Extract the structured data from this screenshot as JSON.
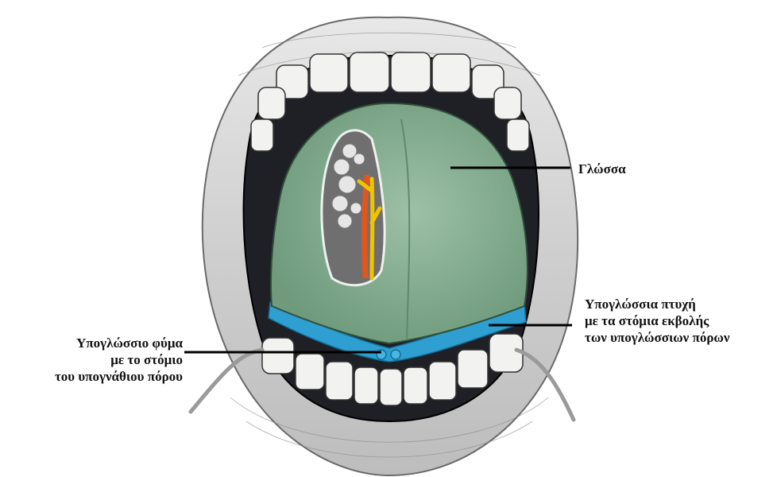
{
  "labels": {
    "tongue": "Γλώσσα",
    "sublingual_fold": [
      "Υπογλώσσια πτυχή",
      "με τα στόμια εκβολής",
      "των υπογλώσσιων πόρων"
    ],
    "sublingual_caruncle": [
      "Υπογλώσσιο φύμα",
      "με το στόμιο",
      "του υπογνάθιου πόρου"
    ]
  },
  "colors": {
    "tongue": "#8fb49a",
    "sublingual_fold": "#2e9fd0",
    "lips": "#d9d9d9",
    "oral_cavity": "#1f1f26",
    "teeth": "#f2f2f0",
    "nerve": "#f2c400",
    "artery": "#e0561f"
  }
}
